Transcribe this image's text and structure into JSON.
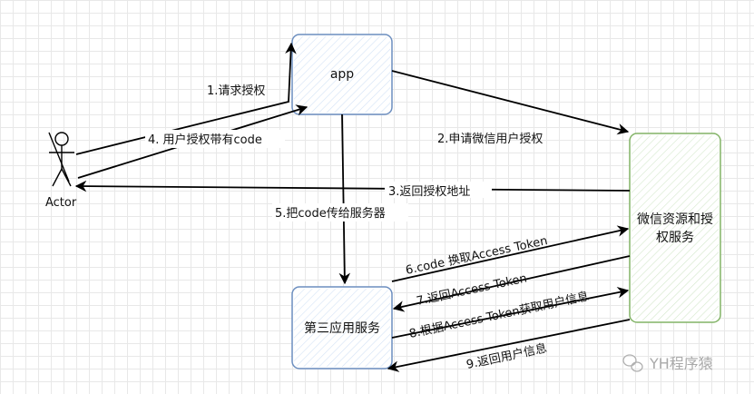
{
  "nodes": {
    "actor": "Actor",
    "app": "app",
    "wechat": "微信资源和授权服务",
    "server": "第三应用服务"
  },
  "edges": {
    "e1": "1.请求授权",
    "e2": "2.申请微信用户授权",
    "e3": "3.返回授权地址",
    "e4": "4. 用户授权带有code",
    "e5": "5.把code传给服务器",
    "e6": "6.code 换取Access Token",
    "e7": "7.返回Access Token",
    "e8": "8.根据Access Token获取用户信息",
    "e9": "9.返回用户信息"
  },
  "watermark": "YH程序猿",
  "colors": {
    "blue_box": "#6c8ebf",
    "blue_fill": "#dae8fc",
    "green_box": "#82b366",
    "green_fill": "#d5e8d4",
    "line": "#000000"
  },
  "icons": {
    "watermark_icon": "wechat-icon"
  }
}
